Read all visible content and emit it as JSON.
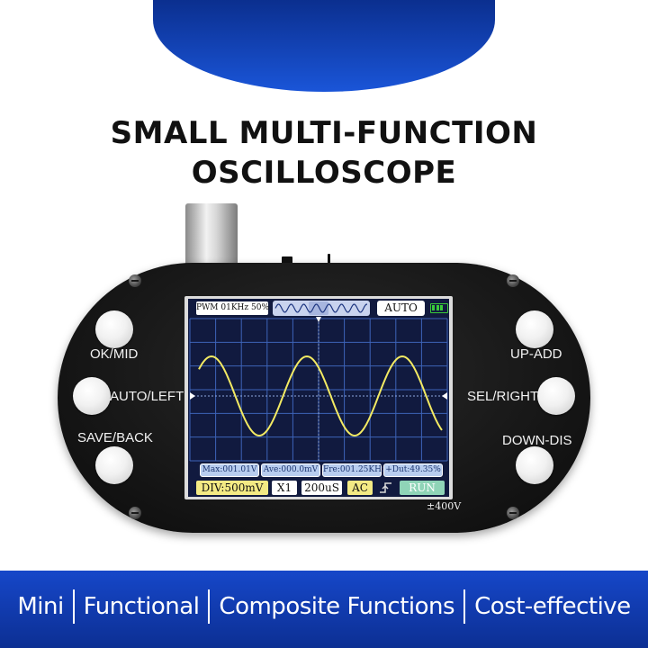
{
  "headline": {
    "line1": "SMALL MULTI-FUNCTION",
    "line2": "OSCILLOSCOPE"
  },
  "device": {
    "buttons": {
      "ok_mid": "OK/MID",
      "auto_left": "AUTO/LEFT",
      "save_back": "SAVE/BACK",
      "up_add": "UP-ADD",
      "sel_right": "SEL/RIGHT",
      "down_dis": "DOWN-DIS"
    },
    "voltage_rating": "±400V"
  },
  "screen": {
    "status": {
      "pwm_info": "PWM 01KHz 50%",
      "trigger_mode": "AUTO",
      "battery_icon": "battery-full-icon"
    },
    "measurements": {
      "max": "Max:001.01V",
      "ave": "Ave:000.0mV",
      "freq": "Fre:001.25KHz",
      "duty": "+Dut:49.35%"
    },
    "settings": {
      "volts_div": "DIV:500mV",
      "probe": "X1",
      "timebase": "200uS",
      "coupling": "AC",
      "trigger_edge_icon": "rising-edge-icon",
      "run_state": "RUN"
    },
    "colors": {
      "screen_bg": "#111a3f",
      "grid": "#3d63b8",
      "trace": "#f3ea63",
      "battery": "#3acb3a",
      "run_badge": "#8fd4b7"
    }
  },
  "features": [
    "Mini",
    "Functional",
    "Composite Functions",
    "Cost-effective"
  ]
}
